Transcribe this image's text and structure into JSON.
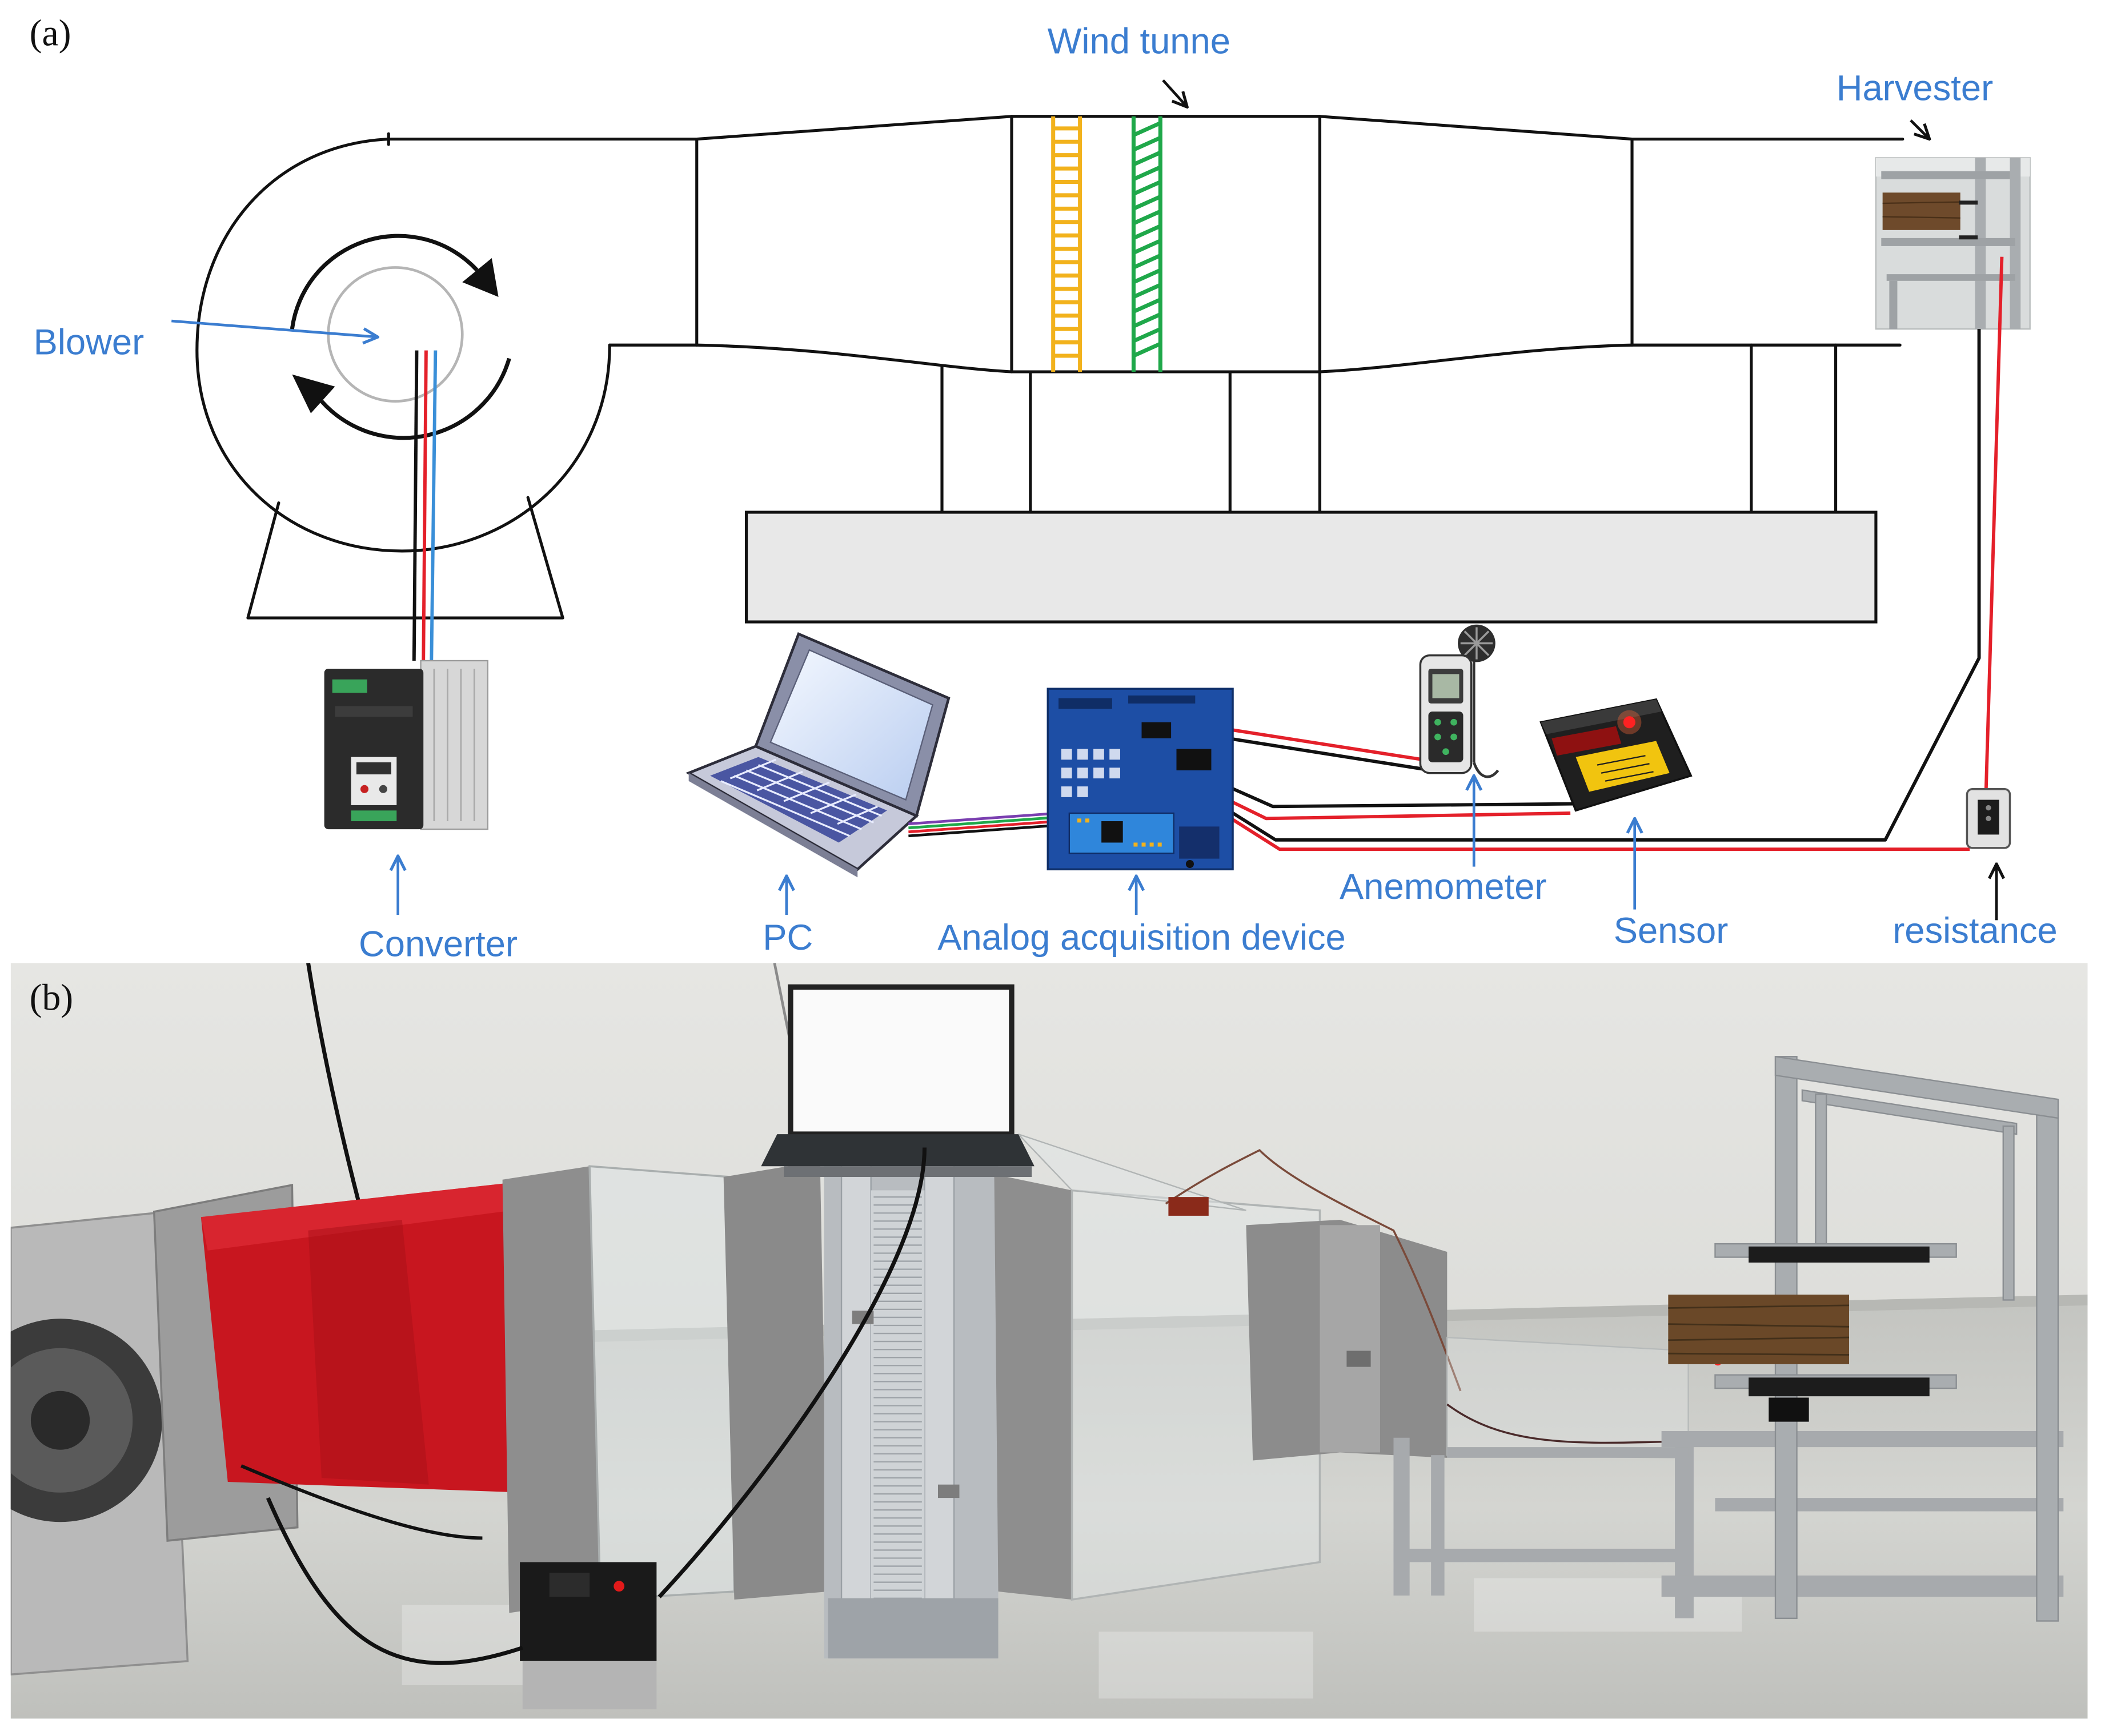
{
  "figure": {
    "panel_a": {
      "tag": "(a)",
      "labels": {
        "wind_tunnel": "Wind tunne",
        "harvester": "Harvester",
        "blower": "Blower",
        "converter": "Converter",
        "pc": "PC",
        "acquisition": "Analog acquisition device",
        "anemometer": "Anemometer",
        "sensor": "Sensor",
        "resistance": "resistance"
      }
    },
    "panel_b": {
      "tag": "(b)"
    }
  },
  "colors": {
    "label_blue": "#3b7dd0",
    "wire_red": "#e4202a",
    "wire_blue": "#3a8fd8",
    "screen_yellow": "#f2b21c",
    "screen_green": "#1fa84a",
    "board_blue": "#1d4ea5",
    "fabric_red": "#c8161f",
    "wood_brown": "#6a4828"
  },
  "icons": {
    "blower": "centrifugal-fan-icon",
    "converter": "frequency-converter-icon",
    "pc": "laptop-icon",
    "acquisition": "circuit-board-icon",
    "anemometer": "anemometer-icon",
    "sensor": "laser-sensor-icon",
    "resistance": "resistor-icon"
  }
}
